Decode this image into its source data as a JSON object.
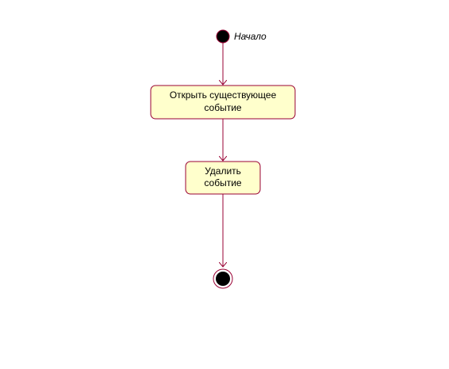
{
  "diagram": {
    "start_label": "Начало",
    "activity_open": {
      "line1": "Открыть существующее",
      "line2": "событие"
    },
    "activity_delete": {
      "line1": "Удалить",
      "line2": "событие"
    }
  },
  "colors": {
    "activity_fill": "#ffffcc",
    "activity_border": "#990033",
    "transition_line": "#990033",
    "node_fill": "#000000"
  }
}
